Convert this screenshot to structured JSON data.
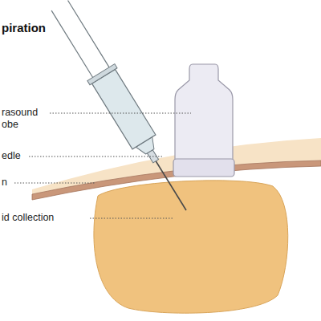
{
  "diagram": {
    "title": "piration",
    "labels": [
      "rasound obe",
      "edle",
      "n",
      "id collection"
    ]
  }
}
